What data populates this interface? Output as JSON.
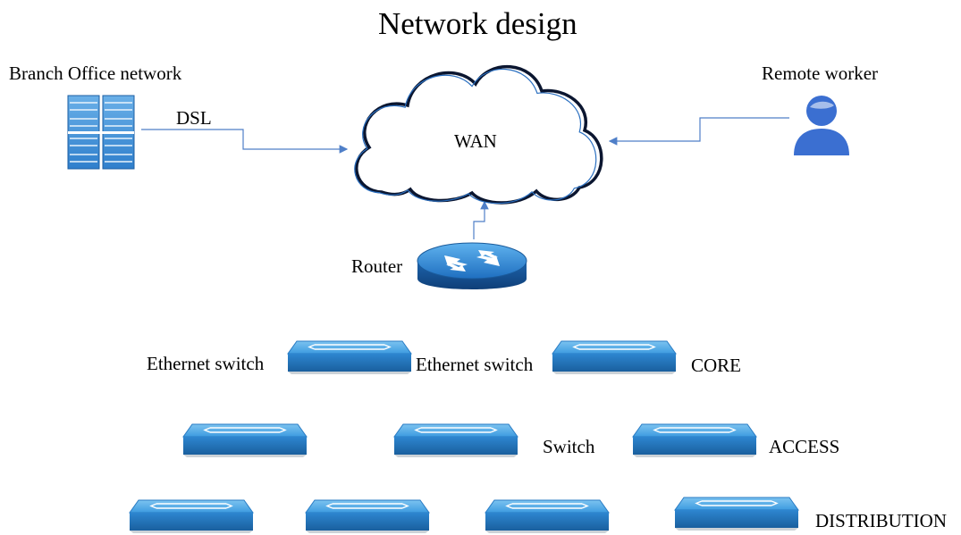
{
  "title": "Network design",
  "labels": {
    "branch_office": "Branch Office network",
    "dsl": "DSL",
    "wan": "WAN",
    "remote_worker": "Remote worker",
    "router": "Router",
    "ethernet_switch_1": "Ethernet switch",
    "ethernet_switch_2": "Ethernet switch",
    "core": "CORE",
    "switch": "Switch",
    "access": "ACCESS",
    "distribution": "DISTRIBUTION"
  },
  "icons": {
    "server": "server-icon",
    "cloud": "cloud-icon",
    "user": "user-icon",
    "router": "router-icon",
    "switch": "switch-icon"
  },
  "colors": {
    "device_blue": "#2f8fd6",
    "device_dark": "#1c6aa8",
    "user_blue": "#3b6fd1",
    "link_blue": "#4f7fc8",
    "cloud_stroke": "#0b1630"
  }
}
